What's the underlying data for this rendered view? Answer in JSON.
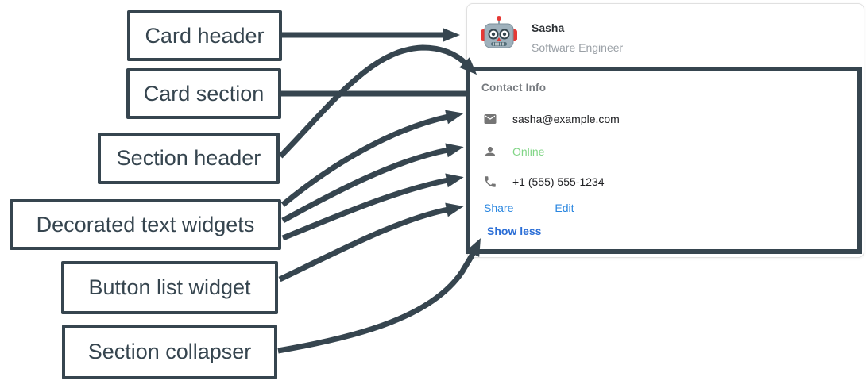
{
  "annotations": {
    "labels": [
      {
        "text": "Card header"
      },
      {
        "text": "Card section"
      },
      {
        "text": "Section header"
      },
      {
        "text": "Decorated text widgets"
      },
      {
        "text": "Button list widget"
      },
      {
        "text": "Section collapser"
      }
    ],
    "arrow_color": "#36454F"
  },
  "card": {
    "header": {
      "name": "Sasha",
      "role": "Software Engineer",
      "avatar_icon": "robot-avatar-icon"
    },
    "section": {
      "title": "Contact Info",
      "rows": [
        {
          "icon": "email-icon",
          "text": "sasha@example.com"
        },
        {
          "icon": "person-icon",
          "text": "Online",
          "text_color": "#81D586"
        },
        {
          "icon": "phone-icon",
          "text": "+1 (555) 555-1234"
        }
      ],
      "buttons": [
        {
          "label": "Share"
        },
        {
          "label": "Edit"
        }
      ],
      "collapser_label": "Show less"
    }
  },
  "colors": {
    "annotation_slate": "#36454F",
    "accent_blue": "#2B87E0",
    "collapser_blue": "#2B6ED6",
    "online_green": "#81D586",
    "muted_gray": "#9AA0A6",
    "icon_gray": "#757575",
    "card_border": "#E0E0E0"
  }
}
